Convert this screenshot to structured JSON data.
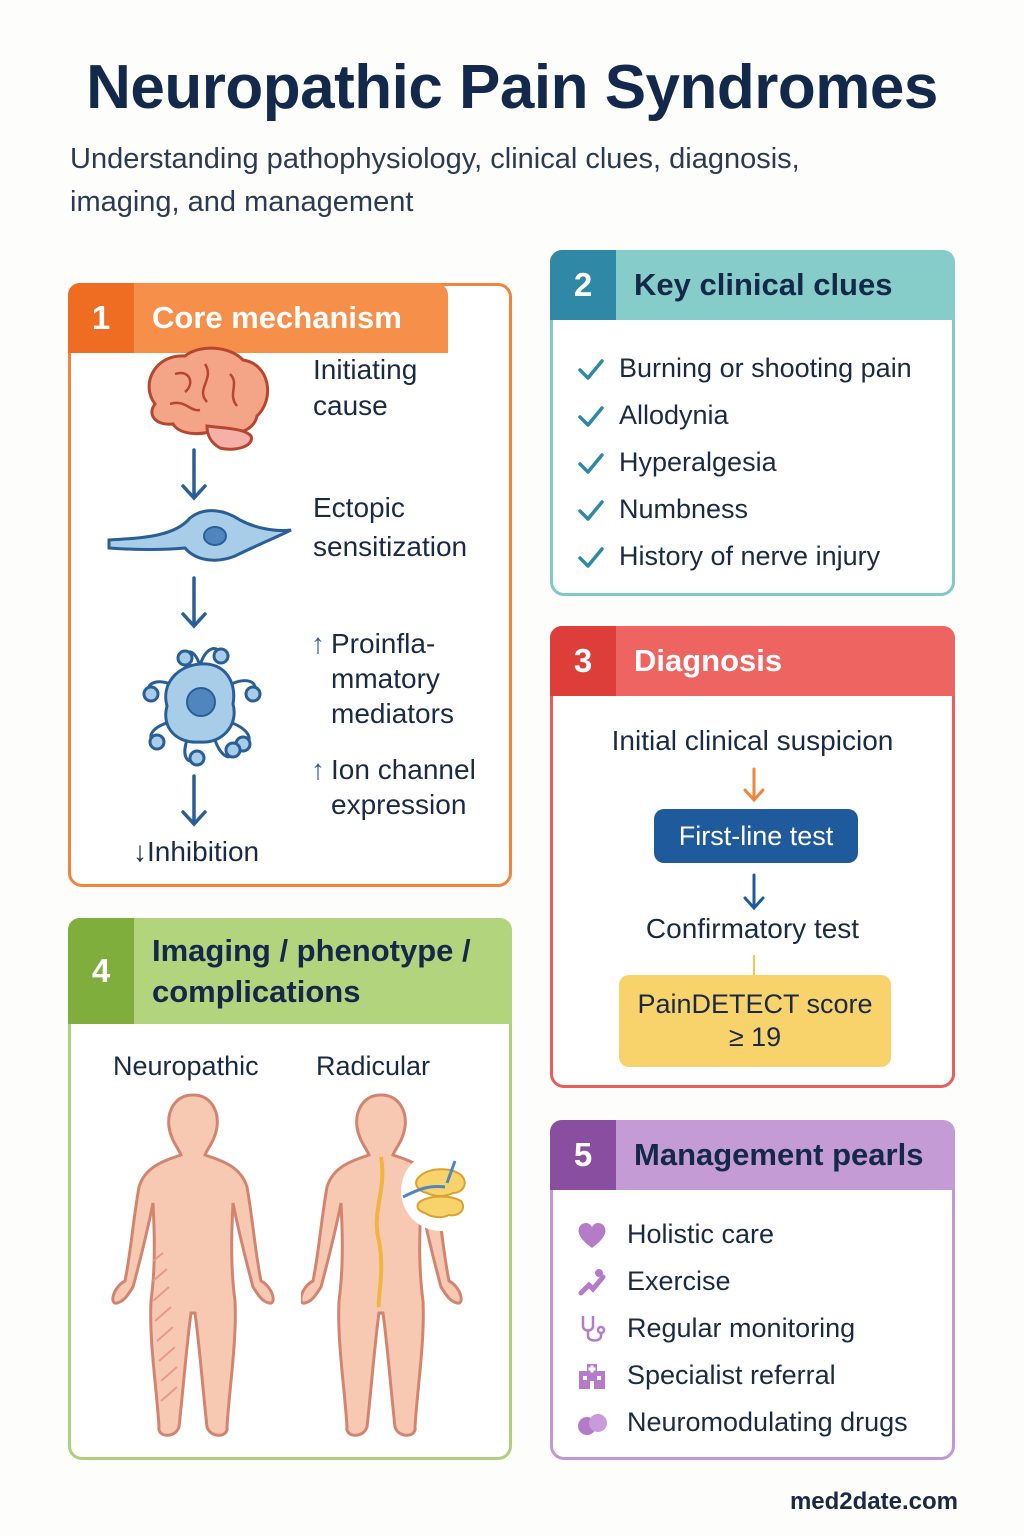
{
  "header": {
    "title": "Neuropathic Pain Syndromes",
    "subtitle_line1": "Understanding pathophysiology, clinical clues, diagnosis,",
    "subtitle_line2": "imaging, and management"
  },
  "colors": {
    "orange": "#f58f4a",
    "teal": "#86cdc9",
    "red": "#ee6460",
    "green": "#b2d47c",
    "purple": "#c59bd6",
    "navy": "#13294b"
  },
  "mechanism": {
    "number": "1",
    "title": "Core mechanism",
    "step1_line1": "Initiating",
    "step1_line2": "cause",
    "step2_line1": "Ectopic",
    "step2_line2": "sensitization",
    "mediators_arrow": "↑",
    "mediators_line1": "Proinfla-",
    "mediators_line2": "mmatory",
    "mediators_line3": "mediators",
    "ion_arrow": "↑",
    "ion_line1": "Ion channel",
    "ion_line2": "expression",
    "inhibition": "↓Inhibition",
    "icons": [
      "brain-icon",
      "neuron-icon",
      "glial-cell-icon"
    ]
  },
  "clues": {
    "number": "2",
    "title": "Key clinical clues",
    "items": [
      "Burning or shooting pain",
      "Allodynia",
      "Hyperalgesia",
      "Numbness",
      "History of nerve injury"
    ]
  },
  "diagnosis": {
    "number": "3",
    "title": "Diagnosis",
    "step1": "Initial clinical suspicion",
    "step2": "First-line test",
    "step3": "Confirmatory test",
    "step4_line1": "PainDETECT score",
    "step4_line2": "≥ 19"
  },
  "imaging": {
    "number": "4",
    "title_line1": "Imaging / phenotype /",
    "title_line2": "complications",
    "label_left": "Neuropathic",
    "label_right": "Radicular"
  },
  "management": {
    "number": "5",
    "title": "Management pearls",
    "items": [
      {
        "label": "Holistic care",
        "icon": "heart-icon"
      },
      {
        "label": "Exercise",
        "icon": "exercise-icon"
      },
      {
        "label": "Regular monitoring",
        "icon": "stethoscope-icon"
      },
      {
        "label": "Specialist referral",
        "icon": "hospital-icon"
      },
      {
        "label": "Neuromodulating drugs",
        "icon": "pill-icon"
      }
    ]
  },
  "footer": {
    "brand": "med2date.com"
  }
}
